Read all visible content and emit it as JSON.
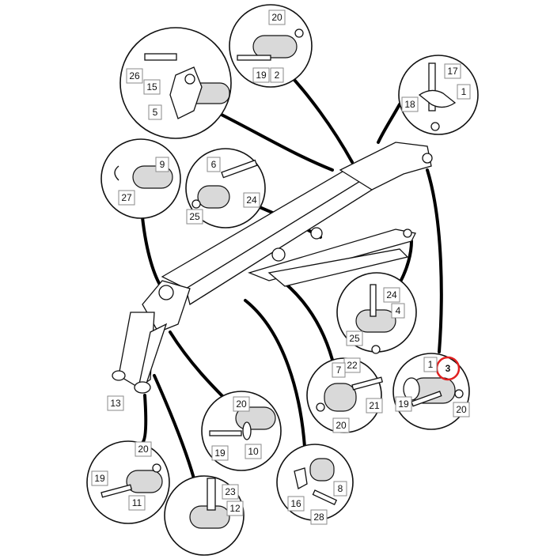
{
  "callouts": [
    "20",
    "2",
    "19",
    "26",
    "15",
    "5",
    "17",
    "1",
    "18",
    "9",
    "27",
    "6",
    "24",
    "25",
    "24",
    "4",
    "25",
    "22",
    "7",
    "21",
    "20",
    "1",
    "3",
    "19",
    "20",
    "13",
    "20",
    "19",
    "10",
    "20",
    "19",
    "11",
    "23",
    "12",
    "16",
    "8",
    "28"
  ],
  "highlight": {
    "label": "3",
    "color": "#e02020"
  }
}
